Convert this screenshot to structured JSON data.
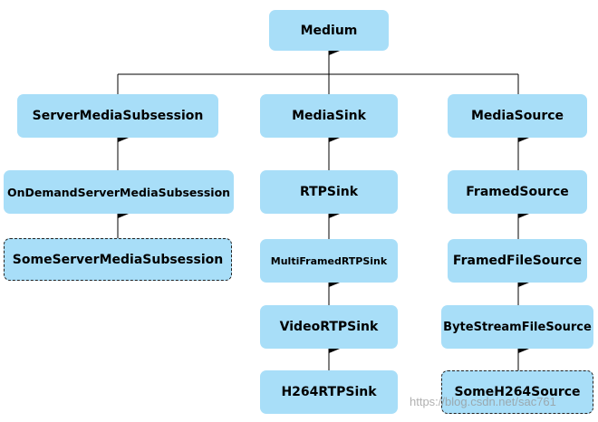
{
  "nodes": {
    "medium": "Medium",
    "server_media_subsession": "ServerMediaSubsession",
    "ondemand_server_media_subsession": "OnDemandServerMediaSubsession",
    "some_server_media_subsession": "SomeServerMediaSubsession",
    "media_sink": "MediaSink",
    "rtp_sink": "RTPSink",
    "multiframed_rtp_sink": "MultiFramedRTPSink",
    "video_rtp_sink": "VideoRTPSink",
    "h264_rtp_sink": "H264RTPSink",
    "media_source": "MediaSource",
    "framed_source": "FramedSource",
    "framed_file_source": "FramedFileSource",
    "byte_stream_file_source": "ByteStreamFileSource",
    "some_h264_source": "SomeH264Source"
  },
  "watermark": "https://blog.csdn.net/sac761",
  "colors": {
    "node_fill": "#a8def8",
    "line": "#000000"
  }
}
